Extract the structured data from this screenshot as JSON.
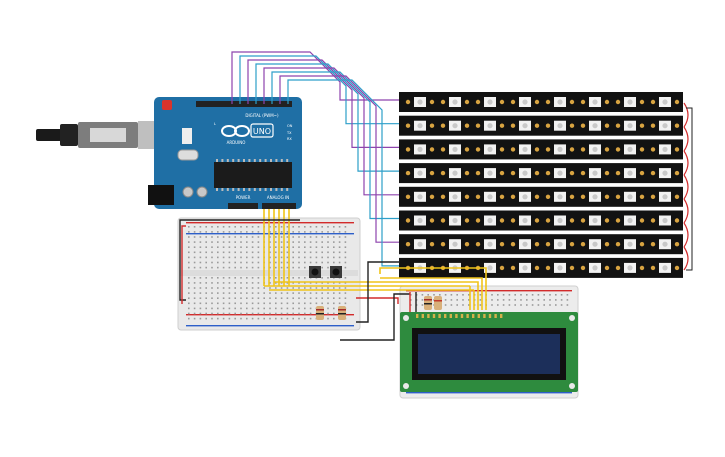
{
  "arduino": {
    "logo_text": "UNO",
    "brand": "ARDUINO",
    "digital_label": "DIGITAL (PWM~)",
    "analog_label": "ANALOG IN",
    "power_label": "POWER",
    "on_label": "ON",
    "tx_label": "TX",
    "rx_label": "RX",
    "l_label": "L"
  },
  "led_strips": {
    "count": 8,
    "leds_per_strip": 8
  },
  "colors": {
    "board_blue": "#1f6fa5",
    "wire_purple": "#8e44ad",
    "wire_blue": "#2d9fc9",
    "wire_yellow": "#f0c419",
    "wire_red": "#d22b2b",
    "wire_black": "#222222",
    "lcd_green": "#2e8b3e",
    "lcd_screen": "#1c2f5a",
    "strip_black": "#121212"
  }
}
